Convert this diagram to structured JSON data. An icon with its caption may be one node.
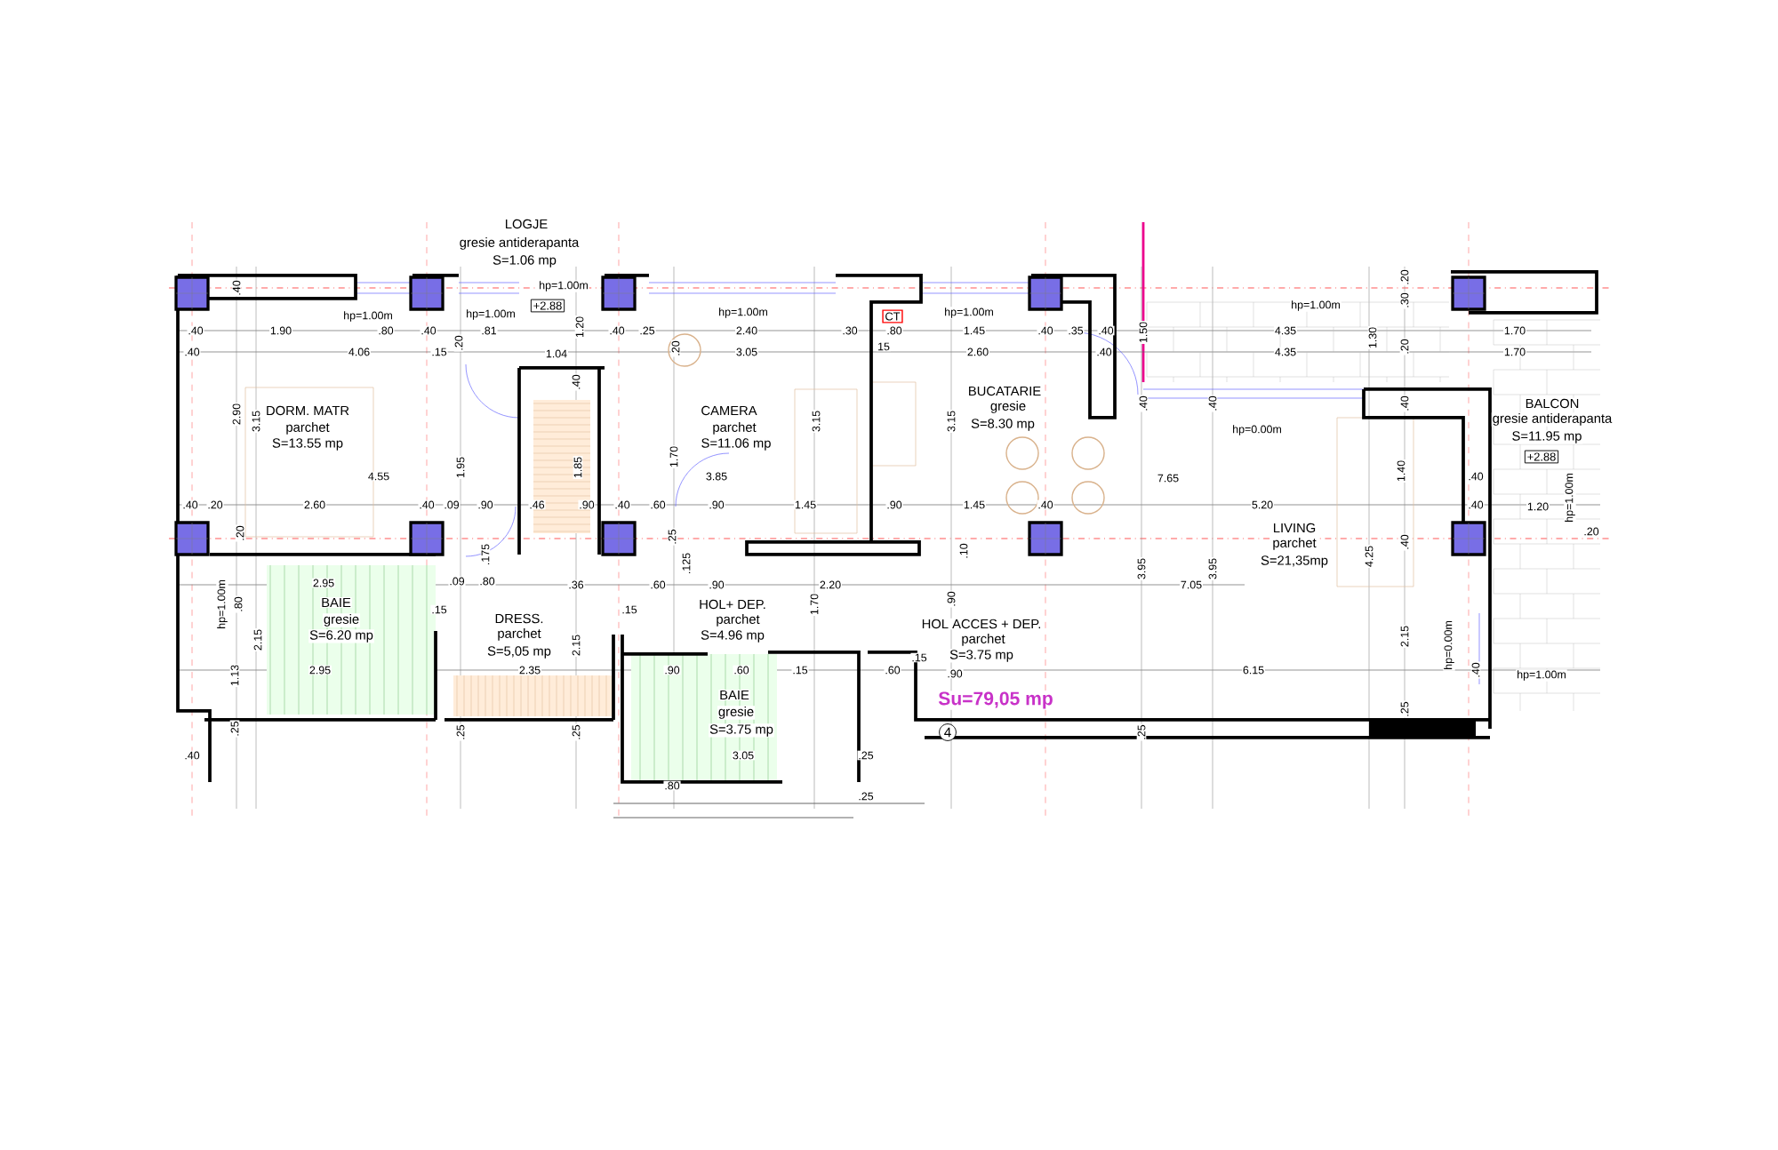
{
  "diagram": {
    "labels": [
      "LOGJE",
      "gresie antiderapanta",
      "S=1.06 mp",
      "hp=1.00m",
      ".40",
      "hp=1.00m",
      "hp=1.00m",
      "+2.88",
      "1.20",
      "hp=1.00m",
      "CT",
      "hp=1.00m",
      "hp=1.00m",
      ".20",
      ".30",
      ".40",
      "1.90",
      ".80",
      ".40",
      ".81",
      ".40",
      ".25",
      "2.40",
      ".30",
      ".80",
      "1.45",
      ".40",
      ".35",
      ".40",
      "1.50",
      "4.35",
      "1.30",
      "1.70",
      ".20",
      "15",
      ".20",
      ".20",
      ".40",
      "4.06",
      ".15",
      "1.04",
      "3.05",
      "2.60",
      ".40",
      "4.35",
      "1.70",
      ".40",
      "BUCATARIE",
      ".40",
      ".40",
      ".40",
      "BALCON",
      "2.90",
      "DORM. MATR",
      "CAMERA",
      "gresie",
      "gresie antiderapanta",
      "3.15",
      "parchet",
      "parchet",
      "3.15",
      "3.15",
      "S=8.30 mp",
      "hp=0.00m",
      "S=11.95 mp",
      "S=13.55 mp",
      "S=11.06 mp",
      "+2.88",
      "1.70",
      "1.95",
      "1.85",
      "1.40",
      "4.55",
      "3.85",
      "7.65",
      ".40",
      "hp=1.00m",
      ".40",
      ".20",
      "2.60",
      ".40",
      ".09",
      ".90",
      ".46",
      ".90",
      ".40",
      ".60",
      ".90",
      "1.45",
      ".90",
      "1.45",
      ".40",
      "5.20",
      ".40",
      "1.20",
      ".20",
      ".175",
      ".25",
      ".125",
      ".10",
      "LIVING",
      "parchet",
      "S=21,35mp",
      "4.25",
      ".40",
      ".20",
      "3.95",
      "3.95",
      "2.95",
      ".09",
      ".80",
      ".36",
      ".60",
      ".90",
      "2.20",
      "7.05",
      "hp=1.00m",
      ".80",
      "BAIE",
      ".15",
      ".15",
      "HOL+ DEP.",
      "1.70",
      ".90",
      "gresie",
      "DRESS.",
      "parchet",
      "HOL ACCES + DEP.",
      "2.15",
      "S=6.20 mp",
      "parchet",
      "S=4.96 mp",
      "parchet",
      "2.15",
      "hp=0.00m",
      "S=5,05 mp",
      "2.15",
      ".15",
      "S=3.75 mp",
      "2.95",
      "2.35",
      ".90",
      ".60",
      ".15",
      ".60",
      ".90",
      "6.15",
      ".40",
      "hp=1.00m",
      "1.13",
      "BAIE",
      "gresie",
      "Su=79,05 mp",
      ".25",
      ".25",
      ".25",
      "S=3.75 mp",
      "4",
      ".25",
      ".25",
      ".40",
      "3.05",
      ".25",
      ".80",
      ".25"
    ]
  }
}
